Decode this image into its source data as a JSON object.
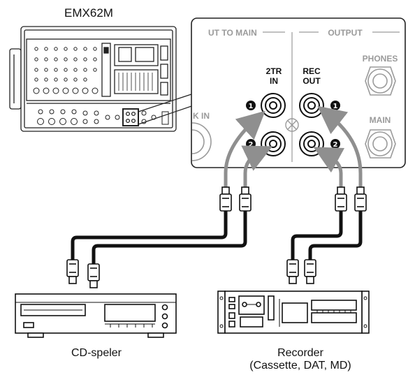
{
  "mixer_title": "EMX62M",
  "panel": {
    "header_left": "UT TO MAIN",
    "header_right": "OUTPUT",
    "left_jack_label": "K  IN",
    "tr2_in_line1": "2TR",
    "tr2_in_line2": "IN",
    "rec_out_line1": "REC",
    "rec_out_line2": "OUT",
    "phones_label": "PHONES",
    "main_label": "MAIN",
    "marker_1": "1",
    "marker_2": "2"
  },
  "devices": {
    "cd_label": "CD-speler",
    "recorder_label_line1": "Recorder",
    "recorder_label_line2": "(Cassette, DAT, MD)"
  },
  "colors": {
    "cable_grey": "#8f8f8f",
    "cable_black": "#111111",
    "line": "#222222"
  }
}
